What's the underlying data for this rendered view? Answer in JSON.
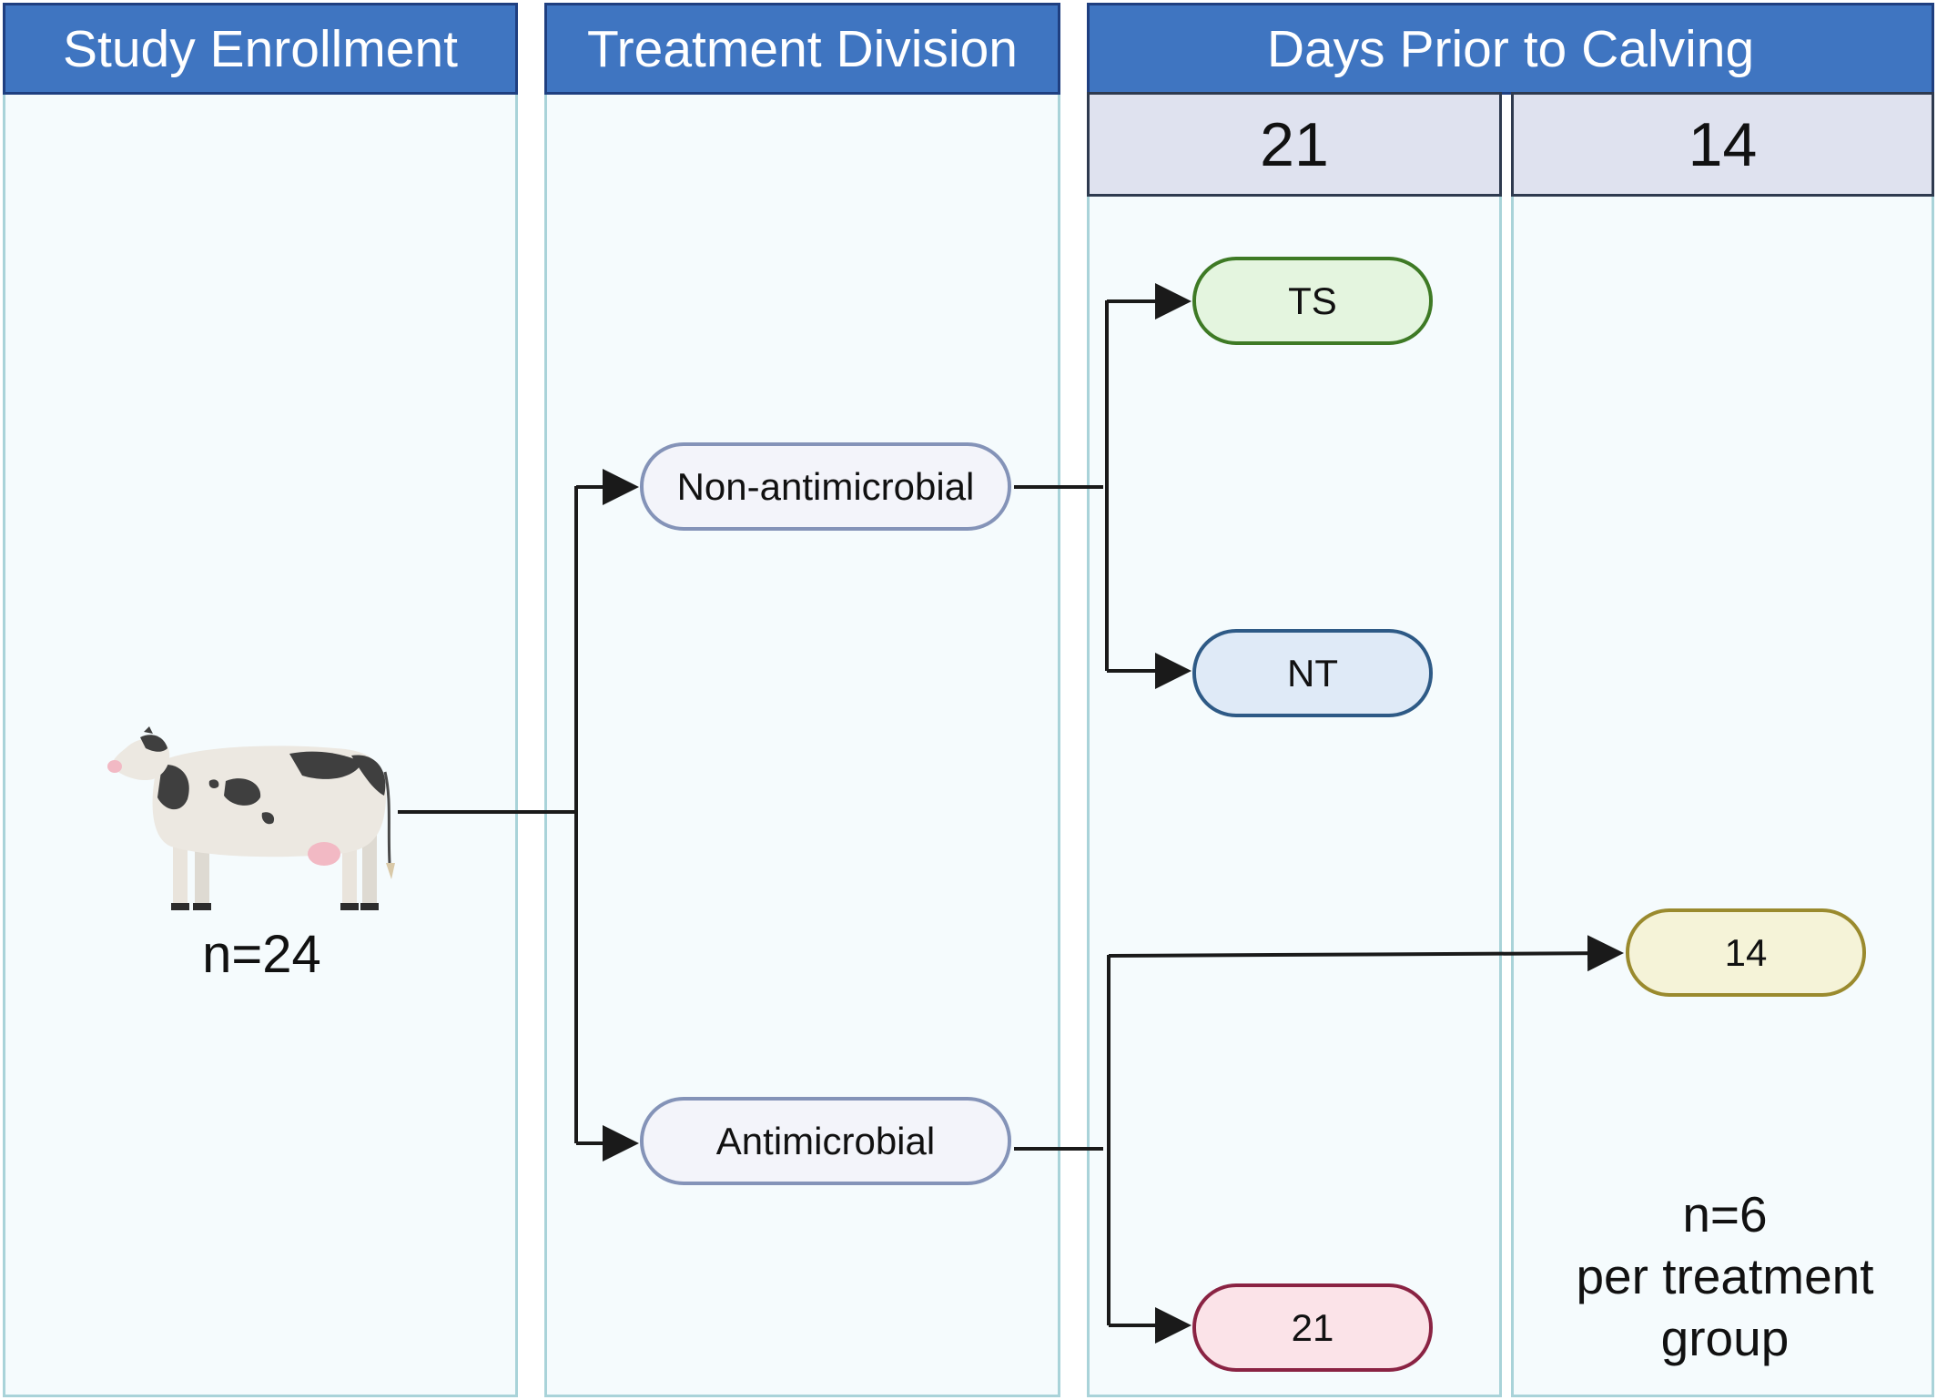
{
  "headers": {
    "study_enrollment": "Study Enrollment",
    "treatment_division": "Treatment Division",
    "days_prior": "Days Prior to Calving",
    "day_21": "21",
    "day_14": "14"
  },
  "enrollment": {
    "count": "n=24",
    "icon": "cow-icon"
  },
  "division": {
    "non_antimicrobial": "Non-antimicrobial",
    "antimicrobial": "Antimicrobial"
  },
  "groups": {
    "ts": "TS",
    "nt": "NT",
    "g14": "14",
    "g21": "21"
  },
  "note": {
    "line1": "n=6",
    "line2": "per treatment",
    "line3": "group"
  },
  "colors": {
    "header_blue": "#3f75c1",
    "ts": "#e4f5df",
    "ts_border": "#3e7a25",
    "nt": "#dfeaf7",
    "nt_border": "#2e5a86",
    "g14": "#f5f3d8",
    "g14_border": "#9a8a2e",
    "g21": "#fbe3e8",
    "g21_border": "#8a2343"
  }
}
